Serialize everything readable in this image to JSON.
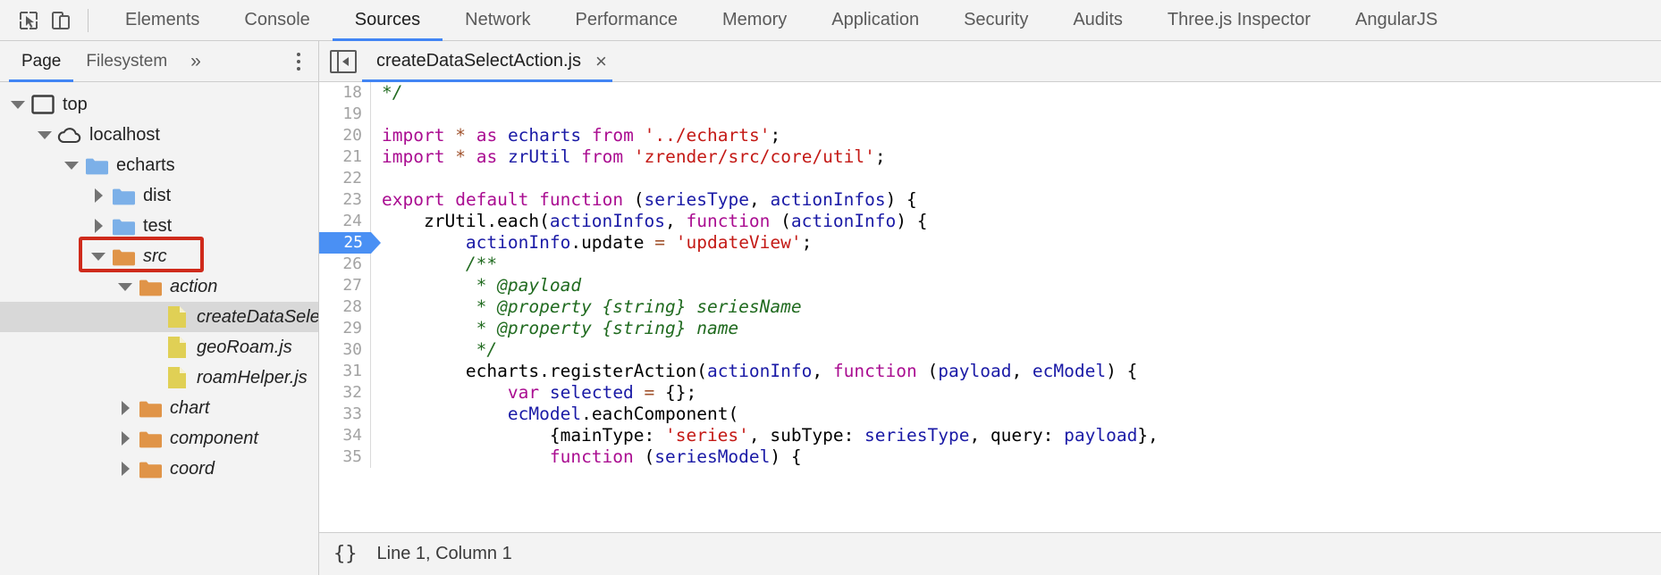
{
  "toolbar": {
    "inspect_icon": "inspect-cursor-icon",
    "device_icon": "device-toggle-icon",
    "tabs": [
      {
        "label": "Elements",
        "active": false
      },
      {
        "label": "Console",
        "active": false
      },
      {
        "label": "Sources",
        "active": true
      },
      {
        "label": "Network",
        "active": false
      },
      {
        "label": "Performance",
        "active": false
      },
      {
        "label": "Memory",
        "active": false
      },
      {
        "label": "Application",
        "active": false
      },
      {
        "label": "Security",
        "active": false
      },
      {
        "label": "Audits",
        "active": false
      },
      {
        "label": "Three.js Inspector",
        "active": false
      },
      {
        "label": "AngularJS",
        "active": false
      }
    ]
  },
  "navigator": {
    "tabs": [
      {
        "label": "Page",
        "active": true
      },
      {
        "label": "Filesystem",
        "active": false
      }
    ],
    "more_label": "»",
    "tree": [
      {
        "label": "top",
        "depth": 0,
        "twisty": "down",
        "icon": "frame",
        "italic": false,
        "selected": false
      },
      {
        "label": "localhost",
        "depth": 1,
        "twisty": "down",
        "icon": "cloud",
        "italic": false,
        "selected": false
      },
      {
        "label": "echarts",
        "depth": 2,
        "twisty": "down",
        "icon": "folder-blue",
        "italic": false,
        "selected": false
      },
      {
        "label": "dist",
        "depth": 3,
        "twisty": "right",
        "icon": "folder-blue",
        "italic": false,
        "selected": false
      },
      {
        "label": "test",
        "depth": 3,
        "twisty": "right",
        "icon": "folder-blue",
        "italic": false,
        "selected": false
      },
      {
        "label": "src",
        "depth": 3,
        "twisty": "down",
        "icon": "folder-orange",
        "italic": true,
        "selected": false,
        "highlighted": true
      },
      {
        "label": "action",
        "depth": 4,
        "twisty": "down",
        "icon": "folder-orange",
        "italic": true,
        "selected": false
      },
      {
        "label": "createDataSelectAction.js",
        "depth": 5,
        "twisty": "none",
        "icon": "file-js",
        "italic": true,
        "selected": true
      },
      {
        "label": "geoRoam.js",
        "depth": 5,
        "twisty": "none",
        "icon": "file-js",
        "italic": true,
        "selected": false
      },
      {
        "label": "roamHelper.js",
        "depth": 5,
        "twisty": "none",
        "icon": "file-js",
        "italic": true,
        "selected": false
      },
      {
        "label": "chart",
        "depth": 4,
        "twisty": "right",
        "icon": "folder-orange",
        "italic": true,
        "selected": false
      },
      {
        "label": "component",
        "depth": 4,
        "twisty": "right",
        "icon": "folder-orange",
        "italic": true,
        "selected": false
      },
      {
        "label": "coord",
        "depth": 4,
        "twisty": "right",
        "icon": "folder-orange",
        "italic": true,
        "selected": false
      }
    ]
  },
  "editor": {
    "sidebar_toggle_icon": "panel-collapse-icon",
    "file_tab": {
      "name": "createDataSelectAction.js",
      "close_glyph": "×",
      "active": true
    },
    "current_line": 25,
    "lines": [
      {
        "n": 18,
        "tokens": [
          {
            "t": "cm",
            "s": "*/"
          }
        ]
      },
      {
        "n": 19,
        "tokens": []
      },
      {
        "n": 20,
        "tokens": [
          {
            "t": "kw",
            "s": "import"
          },
          {
            "t": "pl",
            "s": " "
          },
          {
            "t": "op",
            "s": "*"
          },
          {
            "t": "pl",
            "s": " "
          },
          {
            "t": "kw",
            "s": "as"
          },
          {
            "t": "pl",
            "s": " "
          },
          {
            "t": "id",
            "s": "echarts"
          },
          {
            "t": "pl",
            "s": " "
          },
          {
            "t": "kw",
            "s": "from"
          },
          {
            "t": "pl",
            "s": " "
          },
          {
            "t": "str",
            "s": "'../echarts'"
          },
          {
            "t": "pl",
            "s": ";"
          }
        ]
      },
      {
        "n": 21,
        "tokens": [
          {
            "t": "kw",
            "s": "import"
          },
          {
            "t": "pl",
            "s": " "
          },
          {
            "t": "op",
            "s": "*"
          },
          {
            "t": "pl",
            "s": " "
          },
          {
            "t": "kw",
            "s": "as"
          },
          {
            "t": "pl",
            "s": " "
          },
          {
            "t": "id",
            "s": "zrUtil"
          },
          {
            "t": "pl",
            "s": " "
          },
          {
            "t": "kw",
            "s": "from"
          },
          {
            "t": "pl",
            "s": " "
          },
          {
            "t": "str",
            "s": "'zrender/src/core/util'"
          },
          {
            "t": "pl",
            "s": ";"
          }
        ]
      },
      {
        "n": 22,
        "tokens": []
      },
      {
        "n": 23,
        "tokens": [
          {
            "t": "kw",
            "s": "export"
          },
          {
            "t": "pl",
            "s": " "
          },
          {
            "t": "kw",
            "s": "default"
          },
          {
            "t": "pl",
            "s": " "
          },
          {
            "t": "kw",
            "s": "function"
          },
          {
            "t": "pl",
            "s": " ("
          },
          {
            "t": "id",
            "s": "seriesType"
          },
          {
            "t": "pl",
            "s": ", "
          },
          {
            "t": "id",
            "s": "actionInfos"
          },
          {
            "t": "pl",
            "s": ") {"
          }
        ]
      },
      {
        "n": 24,
        "tokens": [
          {
            "t": "pl",
            "s": "    zrUtil.each("
          },
          {
            "t": "id",
            "s": "actionInfos"
          },
          {
            "t": "pl",
            "s": ", "
          },
          {
            "t": "kw",
            "s": "function"
          },
          {
            "t": "pl",
            "s": " ("
          },
          {
            "t": "id",
            "s": "actionInfo"
          },
          {
            "t": "pl",
            "s": ") {"
          }
        ]
      },
      {
        "n": 25,
        "tokens": [
          {
            "t": "pl",
            "s": "        "
          },
          {
            "t": "id",
            "s": "actionInfo"
          },
          {
            "t": "pl",
            "s": ".update "
          },
          {
            "t": "op",
            "s": "="
          },
          {
            "t": "pl",
            "s": " "
          },
          {
            "t": "str",
            "s": "'updateView'"
          },
          {
            "t": "pl",
            "s": ";"
          }
        ]
      },
      {
        "n": 26,
        "tokens": [
          {
            "t": "pl",
            "s": "        "
          },
          {
            "t": "cm",
            "s": "/**"
          }
        ]
      },
      {
        "n": 27,
        "tokens": [
          {
            "t": "pl",
            "s": "         "
          },
          {
            "t": "cm",
            "s": "* @payload"
          }
        ]
      },
      {
        "n": 28,
        "tokens": [
          {
            "t": "pl",
            "s": "         "
          },
          {
            "t": "cm",
            "s": "* @property {string} seriesName"
          }
        ]
      },
      {
        "n": 29,
        "tokens": [
          {
            "t": "pl",
            "s": "         "
          },
          {
            "t": "cm",
            "s": "* @property {string} name"
          }
        ]
      },
      {
        "n": 30,
        "tokens": [
          {
            "t": "pl",
            "s": "         "
          },
          {
            "t": "cm",
            "s": "*/"
          }
        ]
      },
      {
        "n": 31,
        "tokens": [
          {
            "t": "pl",
            "s": "        echarts.registerAction("
          },
          {
            "t": "id",
            "s": "actionInfo"
          },
          {
            "t": "pl",
            "s": ", "
          },
          {
            "t": "kw",
            "s": "function"
          },
          {
            "t": "pl",
            "s": " ("
          },
          {
            "t": "id",
            "s": "payload"
          },
          {
            "t": "pl",
            "s": ", "
          },
          {
            "t": "id",
            "s": "ecModel"
          },
          {
            "t": "pl",
            "s": ") {"
          }
        ]
      },
      {
        "n": 32,
        "tokens": [
          {
            "t": "pl",
            "s": "            "
          },
          {
            "t": "kw",
            "s": "var"
          },
          {
            "t": "pl",
            "s": " "
          },
          {
            "t": "id",
            "s": "selected"
          },
          {
            "t": "pl",
            "s": " "
          },
          {
            "t": "op",
            "s": "="
          },
          {
            "t": "pl",
            "s": " {};"
          }
        ]
      },
      {
        "n": 33,
        "tokens": [
          {
            "t": "pl",
            "s": "            "
          },
          {
            "t": "id",
            "s": "ecModel"
          },
          {
            "t": "pl",
            "s": ".eachComponent("
          }
        ]
      },
      {
        "n": 34,
        "tokens": [
          {
            "t": "pl",
            "s": "                {mainType: "
          },
          {
            "t": "str",
            "s": "'series'"
          },
          {
            "t": "pl",
            "s": ", subType: "
          },
          {
            "t": "id",
            "s": "seriesType"
          },
          {
            "t": "pl",
            "s": ", query: "
          },
          {
            "t": "id",
            "s": "payload"
          },
          {
            "t": "pl",
            "s": "},"
          }
        ]
      },
      {
        "n": 35,
        "tokens": [
          {
            "t": "pl",
            "s": "                "
          },
          {
            "t": "kw",
            "s": "function"
          },
          {
            "t": "pl",
            "s": " ("
          },
          {
            "t": "id",
            "s": "seriesModel"
          },
          {
            "t": "pl",
            "s": ") {"
          }
        ]
      }
    ]
  },
  "status": {
    "format_glyph": "{}",
    "position": "Line 1, Column 1"
  },
  "colors": {
    "accent": "#4285f4",
    "highlight_box": "#cf2a1b",
    "folder_blue": "#7cb0e8",
    "folder_orange": "#e09448",
    "file_yellow": "#e0d055",
    "comment_green": "#216b20",
    "keyword_purple": "#aa0d91",
    "identifier_blue": "#1a1aa6",
    "string_red": "#c41a16"
  }
}
